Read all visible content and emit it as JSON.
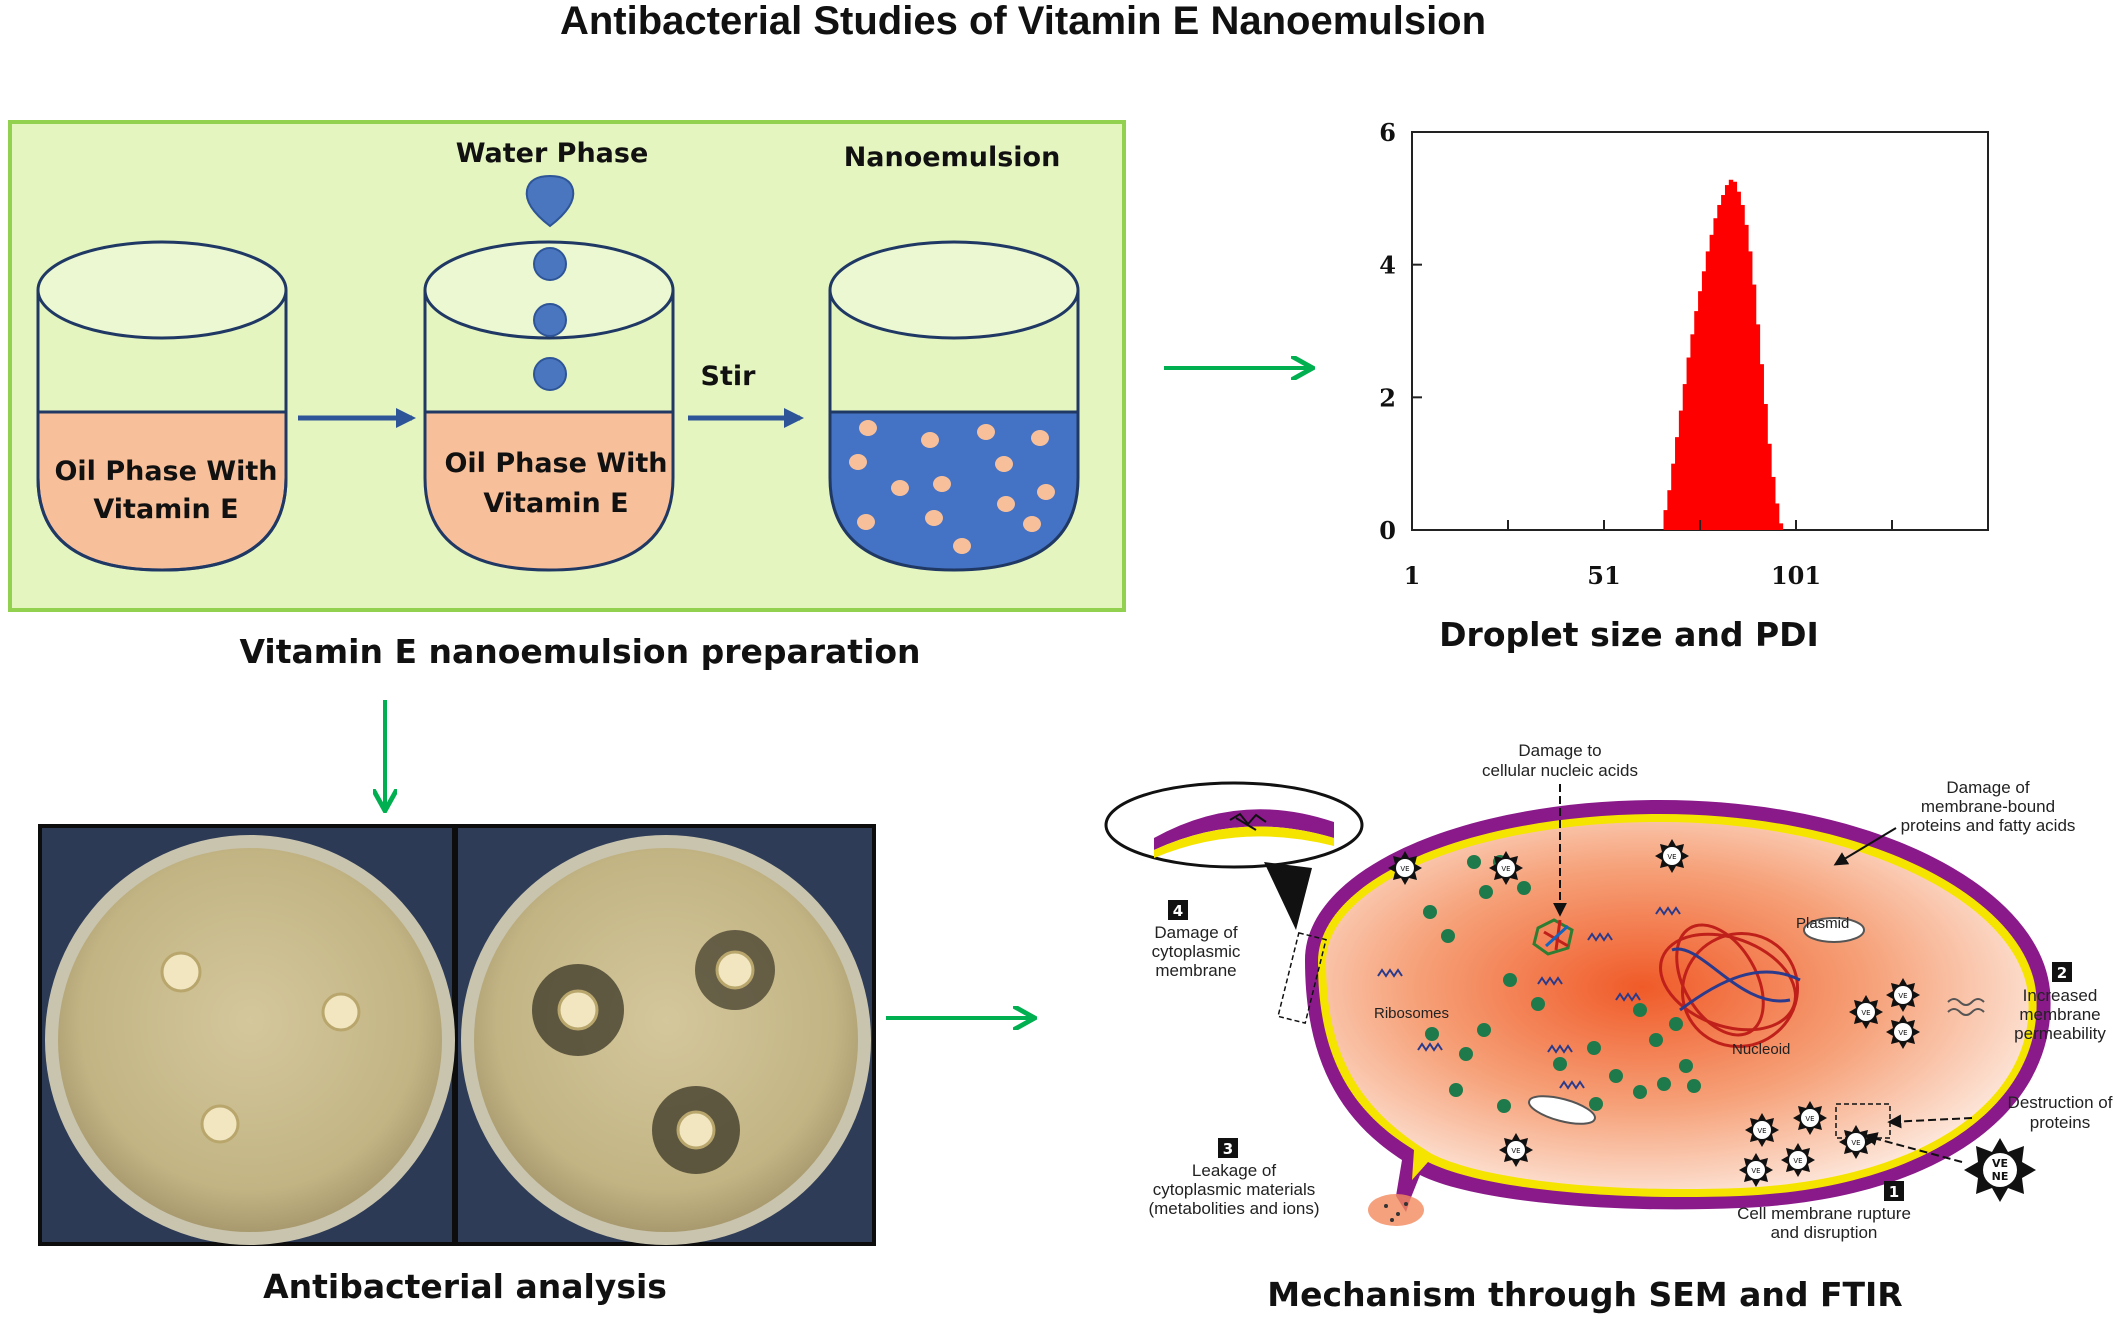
{
  "title": "Antibacterial Studies of Vitamin E Nanoemulsion",
  "preparation": {
    "caption": "Vitamin E nanoemulsion preparation",
    "water_phase": "Water Phase",
    "nanoemulsion": "Nanoemulsion",
    "stir": "Stir",
    "beaker1_line1": "Oil Phase With",
    "beaker1_line2": "Vitamin E",
    "beaker2_line1": "Oil Phase With",
    "beaker2_line2": "Vitamin E"
  },
  "chart_data": {
    "type": "bar",
    "xlabel": "Droplet size and PDI",
    "ylabel": "",
    "xlim": [
      1,
      151
    ],
    "ylim": [
      0,
      6
    ],
    "xticks": [
      1,
      51,
      101
    ],
    "yticks": [
      0,
      2,
      4,
      6
    ],
    "grid": false,
    "bar_color": "#ff0000",
    "x": [
      67,
      68,
      69,
      70,
      71,
      72,
      73,
      74,
      75,
      76,
      77,
      78,
      79,
      80,
      81,
      82,
      83,
      84,
      85,
      86,
      87,
      88,
      89,
      90,
      91,
      92,
      93,
      94,
      95,
      96,
      97
    ],
    "values": [
      0.3,
      0.6,
      1.0,
      1.4,
      1.8,
      2.2,
      2.6,
      2.95,
      3.3,
      3.6,
      3.9,
      4.2,
      4.45,
      4.7,
      4.9,
      5.05,
      5.2,
      5.28,
      5.25,
      5.1,
      4.9,
      4.6,
      4.2,
      3.7,
      3.1,
      2.5,
      1.9,
      1.3,
      0.8,
      0.4,
      0.1
    ]
  },
  "antibacterial": {
    "caption": "Antibacterial analysis"
  },
  "mechanism": {
    "caption": "Mechanism through SEM and FTIR",
    "damage_nucleic_1": "Damage to",
    "damage_nucleic_2": "cellular nucleic acids",
    "damage_membrane_1": "Damage of",
    "damage_membrane_2": "membrane-bound",
    "damage_membrane_3": "proteins and fatty acids",
    "n4": "4",
    "cyto_1": "Damage of",
    "cyto_2": "cytoplasmic",
    "cyto_3": "membrane",
    "n2": "2",
    "perm_1": "Increased",
    "perm_2": "membrane",
    "perm_3": "permeability",
    "destr_1": "Destruction of",
    "destr_2": "proteins",
    "n3": "3",
    "leak_1": "Leakage of",
    "leak_2": "cytoplasmic materials",
    "leak_3": "(metabolities and ions)",
    "n1": "1",
    "rupt_1": "Cell membrane rupture",
    "rupt_2": "and disruption",
    "plasmid": "Plasmid",
    "ribosomes": "Ribosomes",
    "nucleoid": "Nucleoid",
    "vene_1": "VE",
    "vene_2": "NE"
  },
  "colors": {
    "panel_bg": "#e4f5bf",
    "panel_border": "#92d050",
    "oil": "#f8c09a",
    "nano_blue": "#4472c4",
    "droplet": "#f8c09a",
    "arrow_blue": "#2e5597",
    "arrow_green": "#00b050",
    "membrane": "#8a1a8a",
    "membrane_inner": "#f5e400",
    "cytoplasm": "#f2733e"
  }
}
